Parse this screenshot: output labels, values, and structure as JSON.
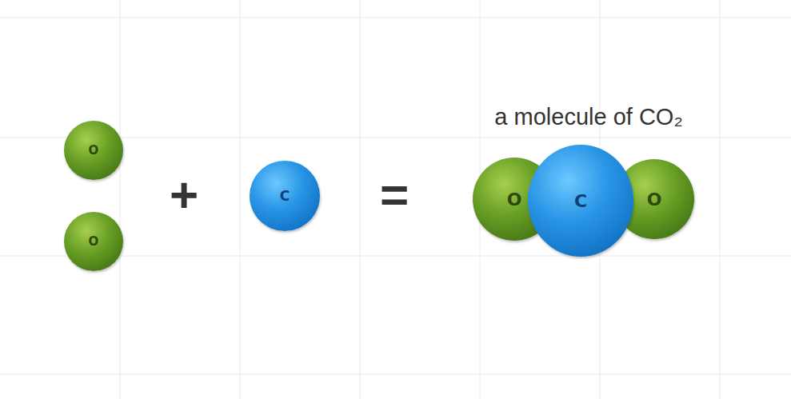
{
  "diagram": {
    "nodes": [
      {
        "text": [
          "O"
        ]
      },
      {
        "text": [
          "O"
        ]
      },
      {
        "text": [
          "C"
        ]
      },
      {
        "text": [
          "O"
        ]
      },
      {
        "text": [
          "C"
        ]
      },
      {
        "text": [
          "O"
        ]
      }
    ],
    "labels": [
      "+",
      "=",
      "a molecule of CO₂"
    ]
  }
}
